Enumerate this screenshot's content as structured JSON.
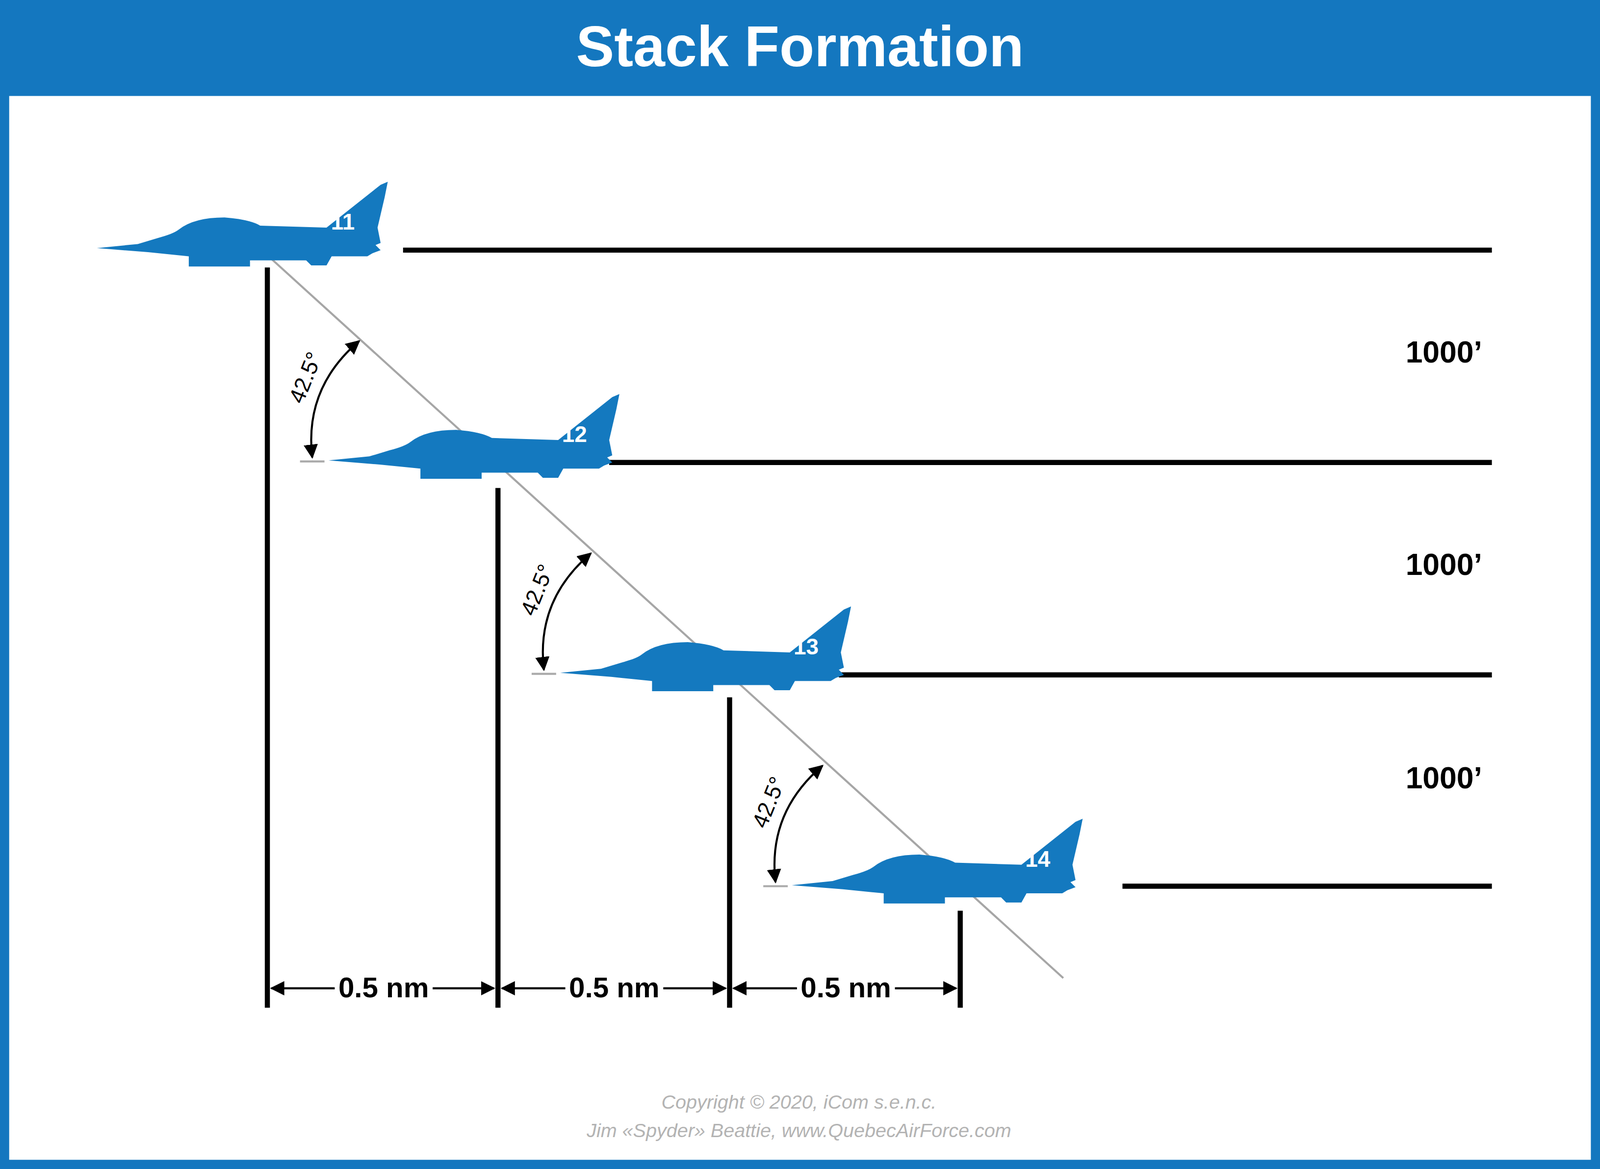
{
  "diagram": {
    "title": "Stack Formation",
    "nodes": [
      {
        "text": [
          "11"
        ]
      },
      {
        "text": [
          "12"
        ]
      },
      {
        "text": [
          "13"
        ]
      },
      {
        "text": [
          "14"
        ]
      }
    ],
    "labels": [
      "1000’",
      "1000’",
      "1000’",
      "42.5°",
      "42.5°",
      "42.5°",
      "0.5 nm",
      "0.5 nm",
      "0.5 nm",
      "Copyright © 2020, iCom s.e.n.c.",
      "Jim «Spyder» Beattie, www.QuebecAirForce.com"
    ]
  }
}
